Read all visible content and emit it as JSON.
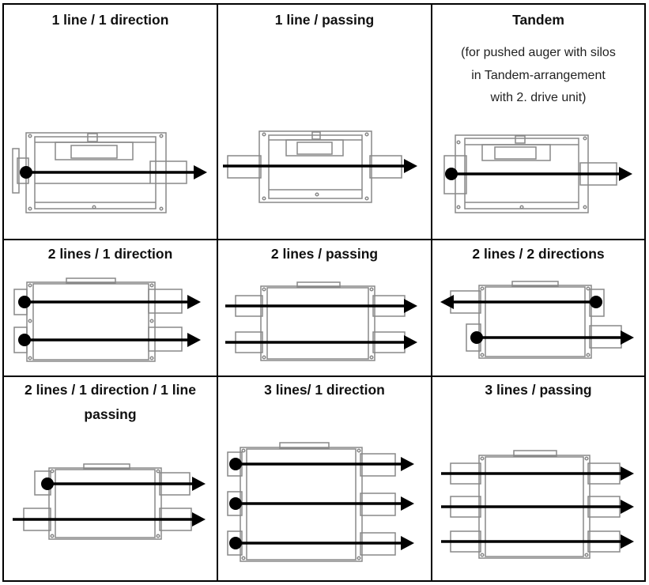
{
  "colors": {
    "line": "#000000",
    "frame": "#888888",
    "frame_light": "#a8a8a8"
  },
  "cells": [
    {
      "id": "1-line-1-direction",
      "title": "1 line / 1 direction"
    },
    {
      "id": "1-line-passing",
      "title": "1 line / passing"
    },
    {
      "id": "tandem",
      "title": "Tandem",
      "note": [
        "(for pushed auger with silos",
        "in Tandem-arrangement",
        "with 2. drive unit)"
      ]
    },
    {
      "id": "2-lines-1-direction",
      "title": "2 lines / 1 direction"
    },
    {
      "id": "2-lines-passing",
      "title": "2 lines / passing"
    },
    {
      "id": "2-lines-2-directions",
      "title": "2 lines / 2 directions"
    },
    {
      "id": "2-lines-1-direction-1-line-passing",
      "title": [
        "2 lines / 1 direction / 1 line",
        "passing"
      ]
    },
    {
      "id": "3-lines-1-direction",
      "title": "3 lines/ 1 direction"
    },
    {
      "id": "3-lines-passing",
      "title": "3 lines / passing"
    }
  ]
}
